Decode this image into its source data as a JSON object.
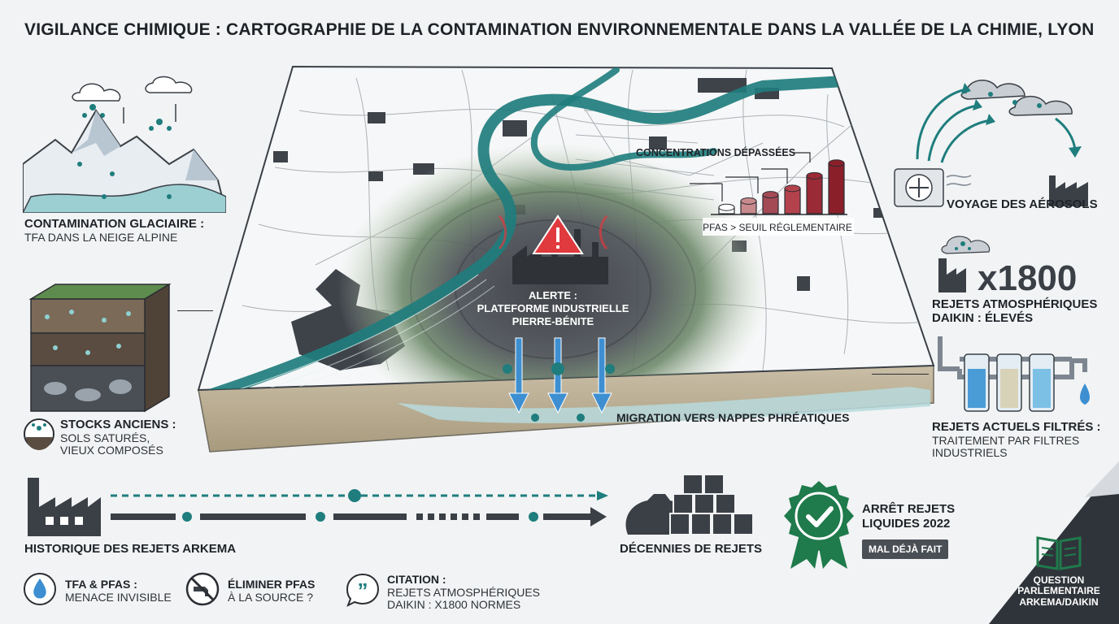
{
  "title": "VIGILANCE CHIMIQUE : CARTOGRAPHIE DE LA CONTAMINATION ENVIRONNEMENTALE DANS LA VALLÉE DE LA CHIMIE, LYON",
  "glacier": {
    "title": "CONTAMINATION GLACIAIRE :",
    "text": "TFA DANS LA NEIGE ALPINE"
  },
  "soil": {
    "title": "STOCKS ANCIENS :",
    "line1": "SOLS SATURÉS,",
    "line2": "VIEUX COMPOSÉS"
  },
  "map": {
    "concentrations": "CONCENTRATIONS DÉPASSÉES",
    "threshold": "PFAS > SEUIL RÉGLEMENTAIRE",
    "alert_line1": "ALERTE :",
    "alert_line2": "PLATEFORME INDUSTRIELLE",
    "alert_line3": "PIERRE-BÉNITE",
    "groundwater": "MIGRATION VERS NAPPES PHRÉATIQUES"
  },
  "aerosols": {
    "label": "VOYAGE DES AÉROSOLS"
  },
  "daikin": {
    "big": "x1800",
    "line1": "REJETS ATMOSPHÉRIQUES",
    "line2": "DAIKIN : ÉLEVÉS"
  },
  "filters": {
    "title": "REJETS ACTUELS FILTRÉS :",
    "line1": "TRAITEMENT PAR FILTRES",
    "line2": "INDUSTRIELS"
  },
  "timeline": {
    "left": "HISTORIQUE DES REJETS ARKEMA",
    "right": "DÉCENNIES DE REJETS"
  },
  "stop": {
    "line1": "ARRÊT REJETS",
    "line2": "LIQUIDES 2022",
    "badge": "MAL DÉJÀ FAIT"
  },
  "bottom": {
    "tfa_title": "TFA & PFAS :",
    "tfa_text": "MENACE INVISIBLE",
    "elim_line1": "ÉLIMINER PFAS",
    "elim_line2": "À LA SOURCE ?",
    "cit_title": "CITATION :",
    "cit_line1": "REJETS ATMOSPHÉRIQUES",
    "cit_line2": "DAIKIN : X1800 NORMES"
  },
  "question": {
    "line1": "QUESTION",
    "line2": "PARLEMENTAIRE",
    "line3": "ARKEMA/DAIKIN"
  },
  "chart_data": {
    "type": "bar",
    "title": "CONCENTRATIONS DÉPASSÉES",
    "xlabel": "PFAS > SEUIL RÉGLEMENTAIRE",
    "categories": [
      "",
      "",
      "",
      "",
      "",
      ""
    ],
    "values": [
      1,
      2,
      3,
      4,
      6,
      8
    ],
    "ylim": [
      0,
      9
    ],
    "grid": false
  },
  "colors": {
    "teal": "#1f7d7d",
    "alert": "#e0393e",
    "dark": "#3b4047",
    "green": "#1f7a4c",
    "blue": "#3d8fd1"
  }
}
